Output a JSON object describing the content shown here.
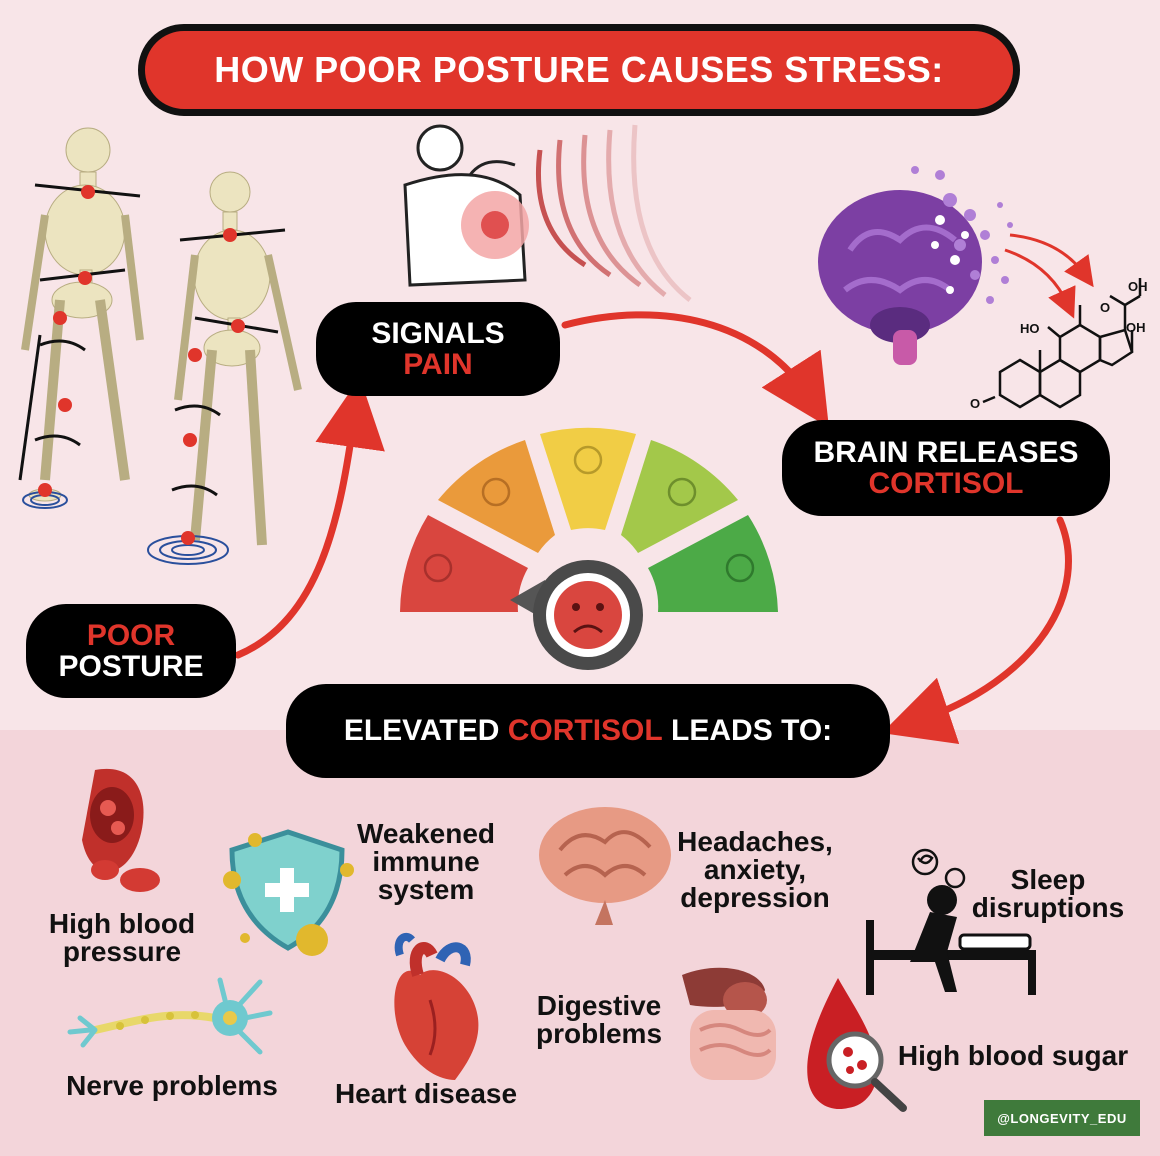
{
  "header": {
    "title": "HOW POOR POSTURE CAUSES STRESS:"
  },
  "steps": {
    "signals_line1": "SIGNALS",
    "signals_line2": "PAIN",
    "brain_line1": "BRAIN RELEASES",
    "brain_line2": "CORTISOL",
    "poor_line1": "POOR",
    "poor_line2": "POSTURE"
  },
  "effects_header": {
    "pre": "ELEVATED ",
    "highlight": "CORTISOL",
    "post": " LEADS TO:"
  },
  "effects": {
    "blood_pressure": [
      "High blood",
      "pressure"
    ],
    "immune": [
      "Weakened",
      "immune",
      "system"
    ],
    "headaches": [
      "Headaches,",
      "anxiety,",
      "depression"
    ],
    "sleep": [
      "Sleep",
      "disruptions"
    ],
    "nerve": "Nerve problems",
    "heart": "Heart disease",
    "digestive": [
      "Digestive",
      "problems"
    ],
    "blood_sugar": "High blood sugar"
  },
  "molecule_labels": {
    "oh_top": "OH",
    "oh_right": "OH",
    "ho": "HO",
    "o_ketone": "O",
    "o_left": "O"
  },
  "watermark": "@LONGEVITY_EDU",
  "colors": {
    "accent_red": "#e0352b",
    "pill_black": "#000000",
    "top_bg": "#f8e5e8",
    "bottom_bg": "#f3d5da"
  }
}
